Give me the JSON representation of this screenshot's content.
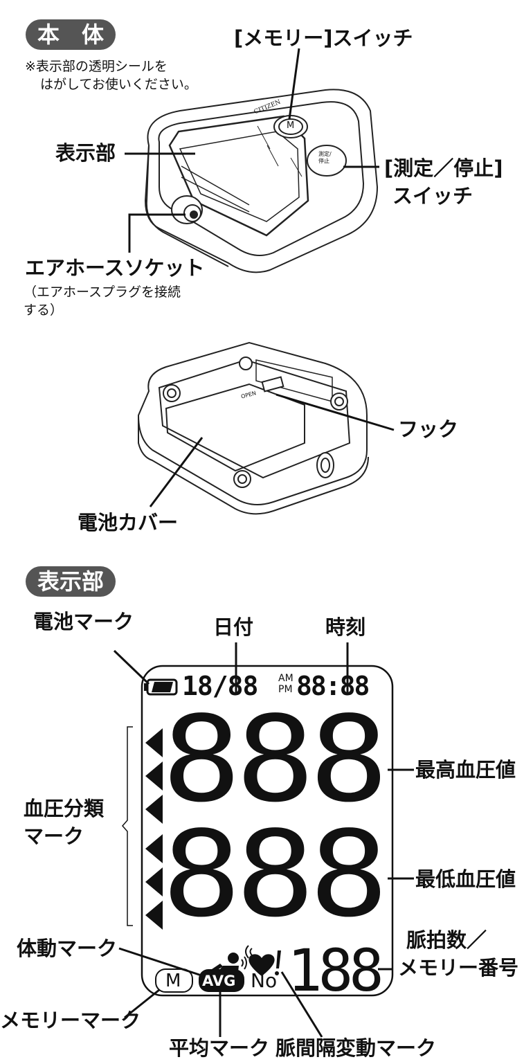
{
  "sections": {
    "body_title": "本　体",
    "display_title": "表示部"
  },
  "notes": {
    "seal_line1": "※表示部の透明シールを",
    "seal_line2": "はがしてお使いください。",
    "hose_line1": "（エアホースプラグを接続",
    "hose_line2": "する）"
  },
  "device": {
    "brand": "CITIZEN",
    "memory_key": "M",
    "start_key": "測定/停止",
    "open_text": "OPEN"
  },
  "labels": {
    "memory_switch": "[メモリー]スイッチ",
    "display_part": "表示部",
    "measure_switch_line1": "[測定／停止]",
    "measure_switch_line2": "スイッチ",
    "air_hose_socket": "エアホースソケット",
    "hook": "フック",
    "battery_cover": "電池カバー"
  },
  "lcd_labels": {
    "battery_mark": "電池マーク",
    "date": "日付",
    "time": "時刻",
    "systolic": "最高血圧値",
    "diastolic": "最低血圧値",
    "classification_line1": "血圧分類",
    "classification_line2": "マーク",
    "motion_mark": "体動マーク",
    "pulse_line1": "脈拍数／",
    "pulse_line2": "メモリー番号",
    "memory_mark": "メモリーマーク",
    "average_mark": "平均マーク",
    "irregular_mark": "脈間隔変動マーク"
  },
  "lcd": {
    "date": "18/88",
    "am": "AM",
    "pm": "PM",
    "time": "88:88",
    "systolic": "888",
    "diastolic": "888",
    "pulse": "188",
    "m_badge": "M",
    "avg_badge": "AVG",
    "no": "No"
  }
}
